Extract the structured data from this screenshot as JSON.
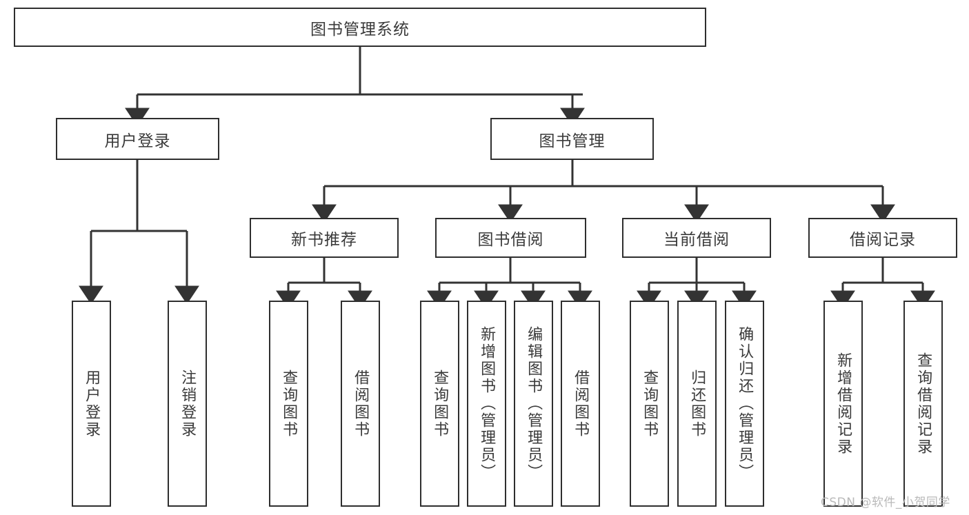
{
  "diagram": {
    "type": "tree-hierarchy",
    "title": "图书管理系统",
    "root": {
      "label": "图书管理系统"
    },
    "level2": [
      {
        "id": "user-login",
        "label": "用户登录"
      },
      {
        "id": "book-management",
        "label": "图书管理"
      }
    ],
    "level3": [
      {
        "id": "new-book-recommend",
        "label": "新书推荐"
      },
      {
        "id": "book-borrow",
        "label": "图书借阅"
      },
      {
        "id": "current-borrow",
        "label": "当前借阅"
      },
      {
        "id": "borrow-record",
        "label": "借阅记录"
      }
    ],
    "leaves": {
      "user_login": [
        {
          "id": "leaf-user-login",
          "label": "用户登录"
        },
        {
          "id": "leaf-user-logout",
          "label": "注销登录"
        }
      ],
      "new_book_recommend": [
        {
          "id": "leaf-query-book-1",
          "label": "查询图书"
        },
        {
          "id": "leaf-borrow-book-1",
          "label": "借阅图书"
        }
      ],
      "book_borrow": [
        {
          "id": "leaf-query-book-2",
          "label": "查询图书"
        },
        {
          "id": "leaf-add-book",
          "label": "新增图书（管理员）"
        },
        {
          "id": "leaf-edit-book",
          "label": "编辑图书（管理员）"
        },
        {
          "id": "leaf-borrow-book-2",
          "label": "借阅图书"
        }
      ],
      "current_borrow": [
        {
          "id": "leaf-query-book-3",
          "label": "查询图书"
        },
        {
          "id": "leaf-return-book",
          "label": "归还图书"
        },
        {
          "id": "leaf-confirm-return",
          "label": "确认归还（管理员）"
        }
      ],
      "borrow_record": [
        {
          "id": "leaf-add-record",
          "label": "新增借阅记录"
        },
        {
          "id": "leaf-query-record",
          "label": "查询借阅记录"
        }
      ]
    },
    "colors": {
      "box_border": "#2e2e2e",
      "box_fill": "#ffffff",
      "connector": "#333333",
      "text": "#3a3a3a",
      "watermark": "#b9b9b9"
    }
  },
  "watermark": {
    "text": "CSDN @软件_小贺同学"
  }
}
